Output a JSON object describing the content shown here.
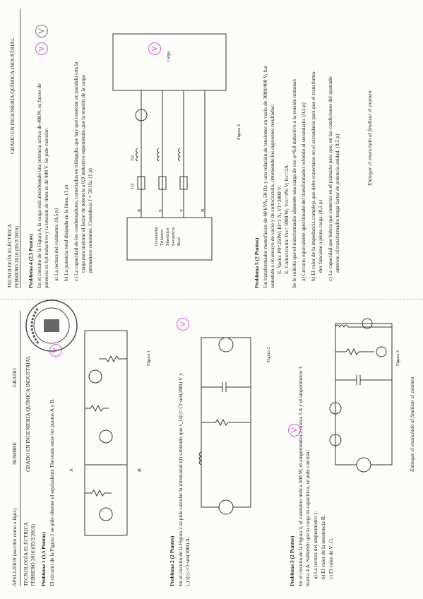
{
  "left": {
    "header": {
      "apellidos": "APELLIDOS (escribir como a lápiz)",
      "nombre": "NOMBRE",
      "grado": "GRADO",
      "course": "TECNOLOGÍA ELÉCTRICA",
      "date": "FEBRERO 2016 (05/2/2016)",
      "degree": "GRADO EN INGENIERÍA QUÍMICA INDUSTRIAL"
    },
    "p1": {
      "title": "Problema 1 (1,5 Puntos)",
      "text": "El circuito de la Figura 1 se pide obtener el equivalente Thevenin entre los puntos A y B.",
      "fig": "Figura 1"
    },
    "p2": {
      "title": "Problema 2 (2 Puntos)",
      "text1": "En el circuito de la Figura 2 se pide calcular la intensidad i(t) sabiendo que v_G(t)=√2·sen(200t) V y",
      "text2": "i_G(t)=√2·sen(100t) A.",
      "fig": "Figura 2"
    },
    "p3": {
      "title": "Problema 3 (2 Puntos)",
      "text1": "En el circuito de la Figura 3, el vatímetro indica 500 W, el amperímetro 2 marca 5 A y el amperímetro 3",
      "text2": "marca 4 A. Sabiendo que la carga es capacitiva, se pide calcular:",
      "a": "a)  La lectura del amperímetro 1.",
      "b": "b)  El valor de la resistencia R.",
      "c": "c)  El valor de V_G.",
      "fig": "Figura 3"
    },
    "footer": "Entregar el enunciado al finalizar el examen"
  },
  "right": {
    "header": {
      "course": "TECNOLOGÍA ELÉCTRICA",
      "date": "FEBRERO 2016 (05/2/2016)",
      "degree": "GRADO EN INGENIERÍA QUÍMICA INDUSTRIAL"
    },
    "p4": {
      "title": "Problema 4 (2,5 Puntos)",
      "text1": "En el circuito de la Figura 4, la carga está absorbiendo una potencia activa de 40kW, su factor de",
      "text2": "potencia es 0,8 inductivo y la tensión de línea es de 400 V. Se pide calcular:",
      "a": "a)  La lectura del vatímetro. (0,5 p)",
      "b": "b)  La potencia total disipada en la línea. (1 p)",
      "c1": "c)  La capacidad de los condensadores, conectados en triángulo, que hay que conectar en paralelo con la",
      "c2": "carga para mejorar el factor de potencia a 0,9 inductivo suponiendo que la tensión de la carga",
      "c3": "permanece constante. Considerar f = 50 Hz. (1 p)",
      "fig": "Figura 4",
      "load": "Carga",
      "gen1": "Generador",
      "gen2": "Trifásico",
      "gen3": "Simétrico",
      "gen4": "Secuencia",
      "gen5": "Real",
      "R": "R",
      "S": "S",
      "T": "T",
      "N": "N",
      "ohm": "1Ω",
      "ohm2": "2Ω"
    },
    "p5": {
      "title": "Problema 5 (2 Puntos)",
      "text1": "Un transformador monofásico de 40 kVA, 50 Hz y una relación de tensiones en vacío de 3000/400 V, fue",
      "text2": "sometido a un ensayo de vacío y de cortocircuito, obteniendo los siguientes resultados:",
      "e1": "E. Vacío: P0=250W; I0=1 A; V1=3000 V.",
      "e2": "E. Cortocircuito: Pcc=1000 W; Vcc=4% V; Icc=2A.",
      "text3": "Se le solicita que el transformador alimente una carga de cos φ=0,8 inductivo a la tensión nominal:",
      "a": "a)  Circuito equivalente aproximado del transformador referido al secundario. (0,5 p)",
      "b1": "b)  El valor de la impedancia compleja que debe conectarse en el secundario para que el transforma-",
      "b2": "dor funcione a plena carga. (0,5 p)",
      "c1": "c)  La capacidad que habría que conectar en el primario para que, en las condiciones del apartado",
      "c2": "anterior, el transformador tenga factor de potencia unidad. (0,5 p)"
    },
    "footer": "Entregar el enunciado al finalizar el examen"
  },
  "marks": {
    "check": "V"
  }
}
